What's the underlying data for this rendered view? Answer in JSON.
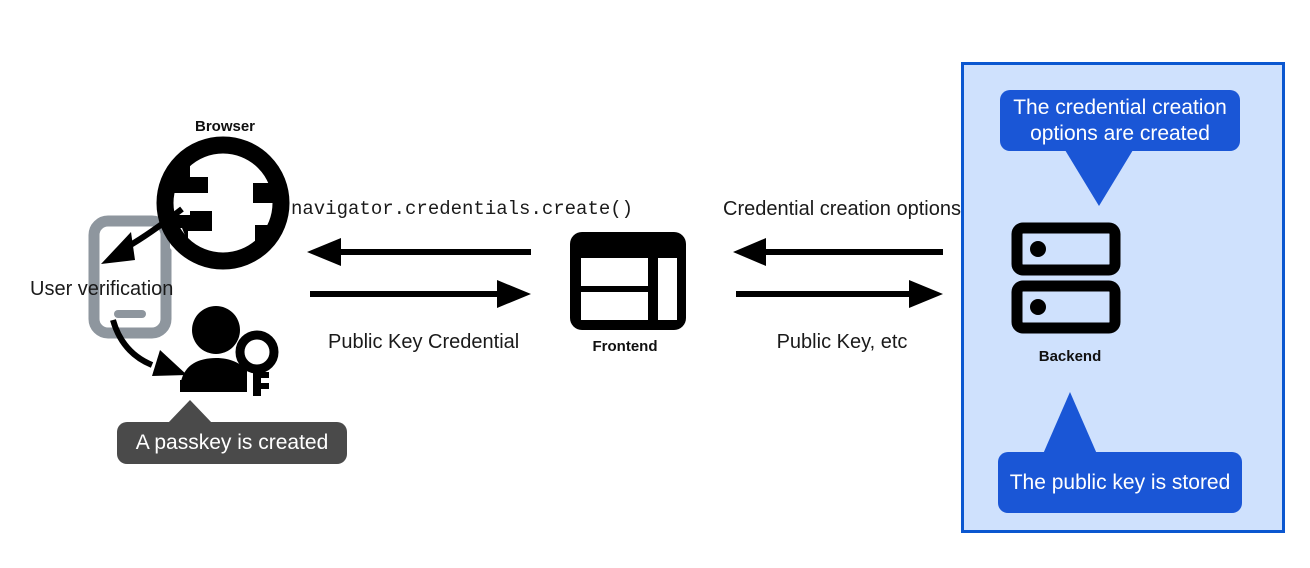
{
  "diagram": {
    "title": "WebAuthn passkey registration flow",
    "colors": {
      "panel_fill": "#cfe1fd",
      "panel_border": "#0b57d0",
      "callout_blue": "#1a56d6",
      "callout_gray": "#4a4a4a",
      "arrow": "#000000",
      "phone_gray": "#8e969e",
      "text": "#1a1a1a"
    }
  },
  "nodes": {
    "browser": {
      "label": "Browser",
      "icon": "globe-icon"
    },
    "frontend": {
      "label": "Frontend",
      "icon": "webpage-layout-icon"
    },
    "backend": {
      "label": "Backend",
      "icon": "server-icon"
    },
    "device": {
      "label": "User verification",
      "icon": "smartphone-icon"
    },
    "user": {
      "icon": "person-with-key-icon"
    }
  },
  "messages": {
    "browser_from_frontend": "navigator.credentials.create()",
    "browser_to_frontend": "Public Key Credential",
    "frontend_from_backend": "Credential creation options",
    "frontend_to_backend": "Public Key, etc"
  },
  "callouts": {
    "credential_options": "The credential creation options are created",
    "public_key_stored": "The public key is stored",
    "passkey_created": "A passkey is created"
  },
  "arrows": [
    {
      "name": "frontend-to-browser",
      "direction": "left",
      "label": "navigator.credentials.create()"
    },
    {
      "name": "browser-to-frontend",
      "direction": "right",
      "label": "Public Key Credential"
    },
    {
      "name": "backend-to-frontend",
      "direction": "left",
      "label": "Credential creation options"
    },
    {
      "name": "frontend-to-backend",
      "direction": "right",
      "label": "Public Key, etc"
    },
    {
      "name": "browser-to-device",
      "direction": "curved-down-left",
      "label": ""
    },
    {
      "name": "device-to-user",
      "direction": "curved-down-right",
      "label": ""
    }
  ]
}
